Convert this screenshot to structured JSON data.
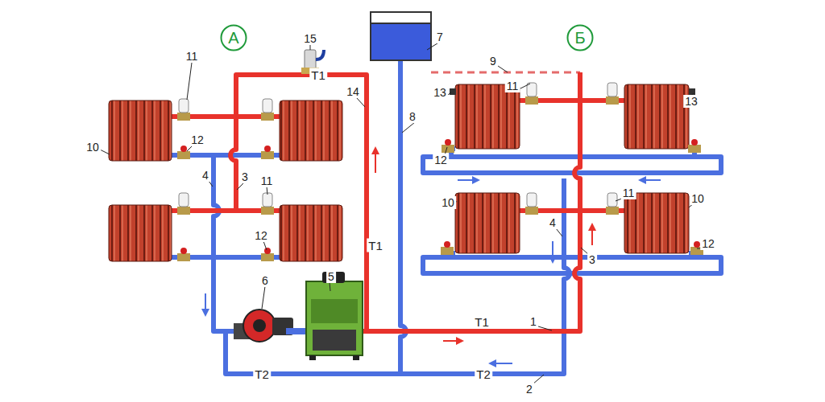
{
  "diagram": {
    "nodes": [
      {
        "text": [
          "А"
        ]
      },
      {
        "text": [
          "Б"
        ]
      }
    ],
    "labels": [
      "15",
      "7",
      "9",
      "T1",
      "11",
      "14",
      "8",
      "13",
      "11",
      "13",
      "10",
      "12",
      "12",
      "4",
      "3",
      "11",
      "11",
      "10",
      "10",
      "4",
      "T1",
      "12",
      "3",
      "12",
      "6",
      "5",
      "1",
      "T1",
      "T2",
      "T2",
      "2"
    ]
  }
}
